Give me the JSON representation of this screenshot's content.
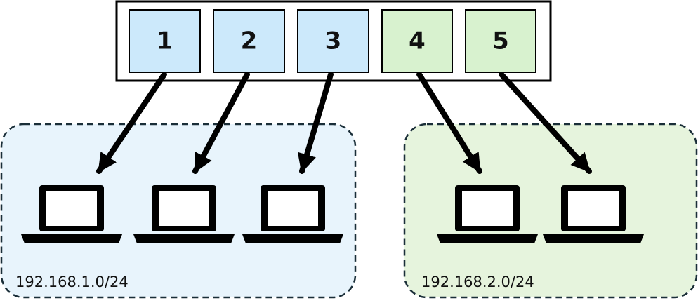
{
  "colors": {
    "blue_fill": "#e8f4fc",
    "blue_port": "#cce9fb",
    "green_fill": "#e6f4dd",
    "green_port": "#d8f2cf",
    "dashed_border": "#1a2e38",
    "stroke": "#000000"
  },
  "switch": {
    "ports": [
      {
        "label": "1",
        "group": "blue"
      },
      {
        "label": "2",
        "group": "blue"
      },
      {
        "label": "3",
        "group": "blue"
      },
      {
        "label": "4",
        "group": "green"
      },
      {
        "label": "5",
        "group": "green"
      }
    ]
  },
  "subnets": [
    {
      "label": "192.168.1.0/24",
      "color": "blue"
    },
    {
      "label": "192.168.2.0/24",
      "color": "green"
    }
  ],
  "hosts": [
    {
      "icon": "laptop-icon",
      "subnet": 0,
      "port": 0
    },
    {
      "icon": "laptop-icon",
      "subnet": 0,
      "port": 1
    },
    {
      "icon": "laptop-icon",
      "subnet": 0,
      "port": 2
    },
    {
      "icon": "laptop-icon",
      "subnet": 1,
      "port": 3
    },
    {
      "icon": "laptop-icon",
      "subnet": 1,
      "port": 4
    }
  ]
}
